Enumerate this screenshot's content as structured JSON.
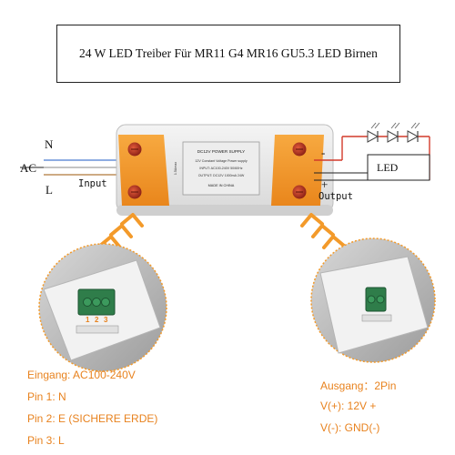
{
  "title": "24 W LED Treiber Für MR11 G4 MR16 GU5.3 LED Birnen",
  "labels": {
    "n": "N",
    "ac": "AC",
    "l": "L",
    "input": "Input",
    "minus": "-",
    "plus": "+",
    "output": "Output",
    "led": "LED"
  },
  "device_label": {
    "header": "DC12V POWER SUPPLY",
    "line1": "12V Constant Voltage Power supply",
    "line2": "INPUT: AC100-240V  50/60Hz",
    "line3": "OUTPUT: DC12V  1000mA 24W",
    "line4": "MADE IN CHINA",
    "side": "1.5Amax"
  },
  "input_zoom": {
    "pins": [
      "1",
      "2",
      "3"
    ]
  },
  "specs_left": {
    "line1": "Eingang: AC100-240V",
    "line2": "Pin 1: N",
    "line3": "Pin 2: E (SICHERE ERDE)",
    "line4": "Pin 3: L"
  },
  "specs_right": {
    "line1": "Ausgang：2Pin",
    "line2": "V(+): 12V +",
    "line3": "V(-): GND(-)"
  },
  "colors": {
    "accent": "#e8821e",
    "orange_cap": "#f39a2a",
    "screw": "#c0392b",
    "terminal_green": "#2f7d4a",
    "wire_red": "#d23a2a",
    "wire_blue": "#4a7bd0"
  }
}
